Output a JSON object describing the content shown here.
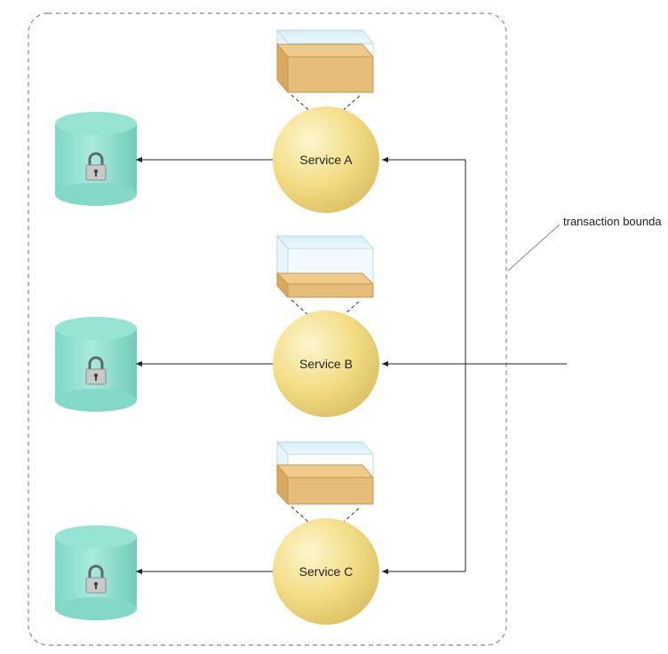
{
  "boundary_label": "transaction bounda",
  "services": [
    {
      "label": "Service A"
    },
    {
      "label": "Service B"
    },
    {
      "label": "Service C"
    }
  ],
  "icons": {
    "database": "database-icon",
    "lock": "lock-icon",
    "container": "container-box-icon"
  },
  "colors": {
    "sphere": "#f3dd86",
    "database": "#8ee0d0",
    "box": "#e6bd78",
    "boundary": "#888888"
  }
}
